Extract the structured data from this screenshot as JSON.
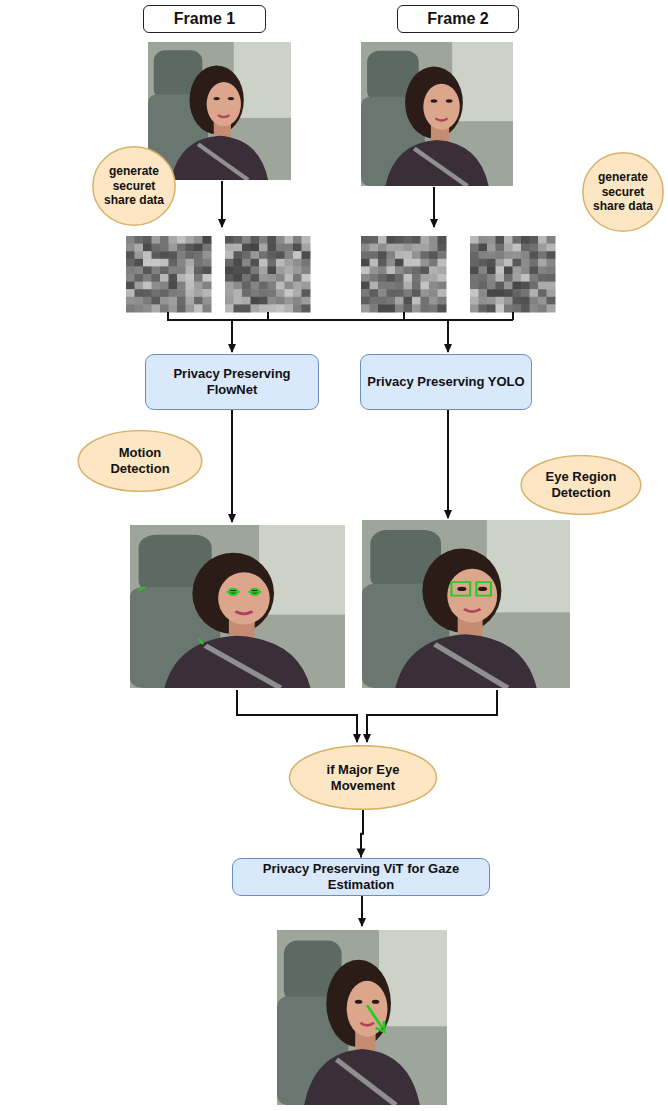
{
  "diagram": {
    "nodes": [
      {
        "text": [
          "Frame 1"
        ]
      },
      {
        "text": [
          "Frame 2"
        ]
      },
      {
        "text": [
          "generate securet share data"
        ]
      },
      {
        "text": [
          "generate securet share data"
        ]
      },
      {
        "text": [
          "Privacy Preserving FlowNet"
        ]
      },
      {
        "text": [
          "Privacy Preserving YOLO"
        ]
      },
      {
        "text": [
          "Motion Detection"
        ]
      },
      {
        "text": [
          "Eye Region Detection"
        ]
      },
      {
        "text": [
          "if Major Eye Movement"
        ]
      },
      {
        "text": [
          "Privacy Preserving ViT for Gaze Estimation"
        ]
      }
    ],
    "edges": [
      {
        "from": 8,
        "to": 9,
        "arrow": "to"
      }
    ]
  }
}
